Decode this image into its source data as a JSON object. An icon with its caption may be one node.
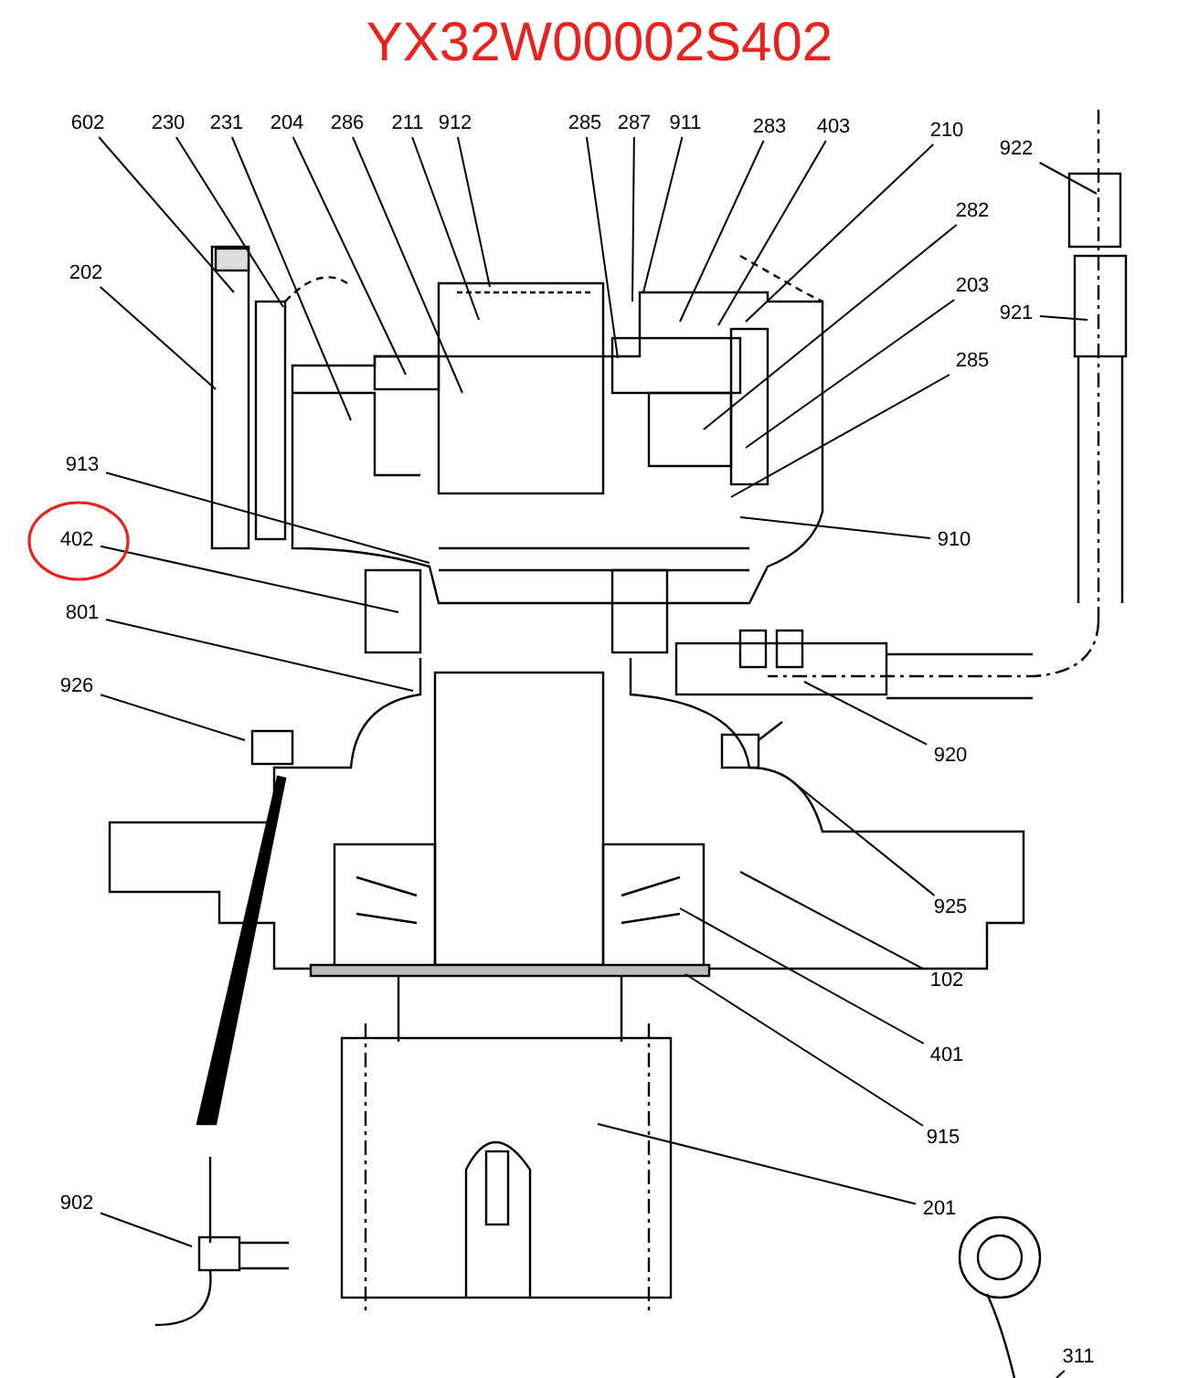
{
  "diagram": {
    "title": "YX32W00002S402",
    "nodes": [
      {
        "text": [
          "602"
        ]
      },
      {
        "text": [
          "230"
        ]
      },
      {
        "text": [
          "231"
        ]
      },
      {
        "text": [
          "204"
        ]
      },
      {
        "text": [
          "286"
        ]
      },
      {
        "text": [
          "211"
        ]
      },
      {
        "text": [
          "912"
        ]
      },
      {
        "text": [
          "285"
        ]
      },
      {
        "text": [
          "287"
        ]
      },
      {
        "text": [
          "911"
        ]
      },
      {
        "text": [
          "283"
        ]
      },
      {
        "text": [
          "403"
        ]
      },
      {
        "text": [
          "210"
        ]
      },
      {
        "text": [
          "922"
        ]
      },
      {
        "text": [
          "202"
        ]
      },
      {
        "text": [
          "282"
        ]
      },
      {
        "text": [
          "203"
        ]
      },
      {
        "text": [
          "921"
        ]
      },
      {
        "text": [
          "285"
        ]
      },
      {
        "text": [
          "913"
        ]
      },
      {
        "text": [
          "402"
        ]
      },
      {
        "text": [
          "910"
        ]
      },
      {
        "text": [
          "801"
        ]
      },
      {
        "text": [
          "926"
        ]
      },
      {
        "text": [
          "920"
        ]
      },
      {
        "text": [
          "925"
        ]
      },
      {
        "text": [
          "102"
        ]
      },
      {
        "text": [
          "401"
        ]
      },
      {
        "text": [
          "915"
        ]
      },
      {
        "text": [
          "201"
        ]
      },
      {
        "text": [
          "902"
        ]
      },
      {
        "text": [
          "311"
        ]
      }
    ],
    "edges": [
      {
        "from": 0,
        "to": null,
        "arrow": "none"
      },
      {
        "from": 1,
        "to": null,
        "arrow": "none"
      },
      {
        "from": 2,
        "to": null,
        "arrow": "none"
      },
      {
        "from": 3,
        "to": null,
        "arrow": "none"
      },
      {
        "from": 4,
        "to": null,
        "arrow": "none"
      },
      {
        "from": 5,
        "to": null,
        "arrow": "none"
      },
      {
        "from": 6,
        "to": null,
        "arrow": "none"
      },
      {
        "from": 7,
        "to": null,
        "arrow": "none"
      },
      {
        "from": 8,
        "to": null,
        "arrow": "none"
      },
      {
        "from": 9,
        "to": null,
        "arrow": "none"
      },
      {
        "from": 10,
        "to": null,
        "arrow": "none"
      },
      {
        "from": 11,
        "to": null,
        "arrow": "none"
      },
      {
        "from": 12,
        "to": null,
        "arrow": "none"
      },
      {
        "from": 13,
        "to": null,
        "arrow": "none"
      },
      {
        "from": 14,
        "to": null,
        "arrow": "none"
      },
      {
        "from": 15,
        "to": null,
        "arrow": "none"
      },
      {
        "from": 16,
        "to": null,
        "arrow": "none"
      },
      {
        "from": 17,
        "to": null,
        "arrow": "none"
      },
      {
        "from": 18,
        "to": null,
        "arrow": "none"
      },
      {
        "from": 19,
        "to": null,
        "arrow": "none"
      },
      {
        "from": 20,
        "to": null,
        "arrow": "none"
      },
      {
        "from": 21,
        "to": null,
        "arrow": "none"
      },
      {
        "from": 22,
        "to": null,
        "arrow": "none"
      },
      {
        "from": 23,
        "to": null,
        "arrow": "none"
      },
      {
        "from": 24,
        "to": null,
        "arrow": "none"
      },
      {
        "from": 25,
        "to": null,
        "arrow": "none"
      },
      {
        "from": 26,
        "to": null,
        "arrow": "none"
      },
      {
        "from": 27,
        "to": null,
        "arrow": "none"
      },
      {
        "from": 28,
        "to": null,
        "arrow": "none"
      },
      {
        "from": 29,
        "to": null,
        "arrow": "none"
      },
      {
        "from": 30,
        "to": null,
        "arrow": "none"
      },
      {
        "from": 31,
        "to": null,
        "arrow": "none"
      }
    ]
  }
}
